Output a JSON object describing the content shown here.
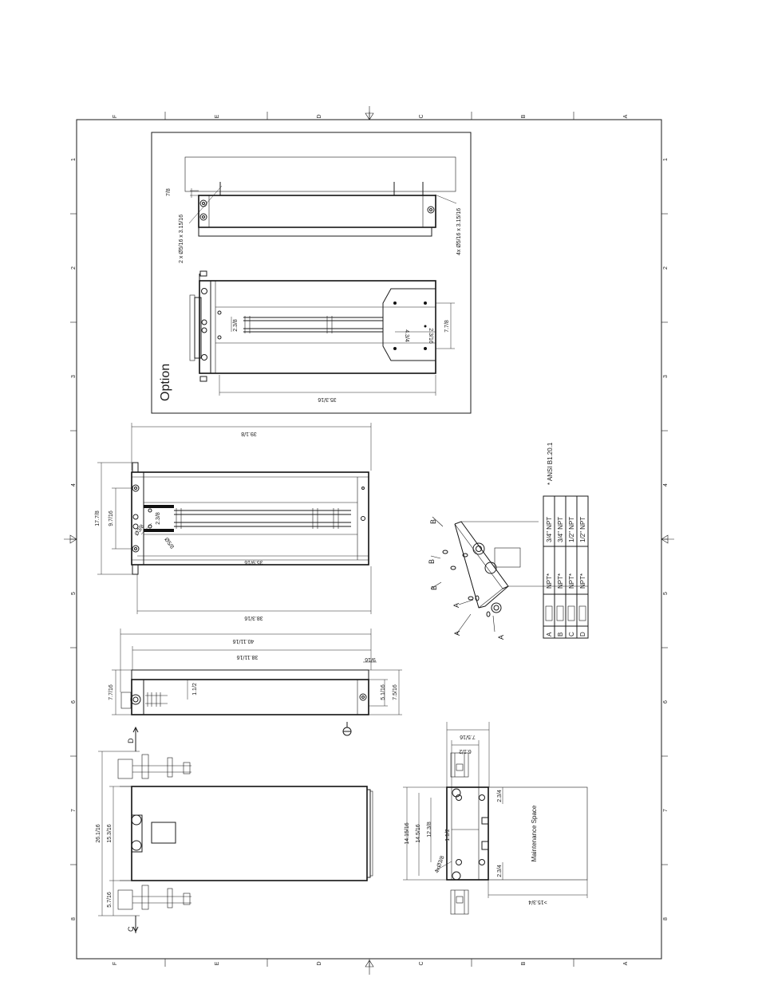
{
  "grid": {
    "cols": [
      "F",
      "E",
      "D",
      "C",
      "B",
      "A"
    ],
    "rows": [
      "1",
      "2",
      "3",
      "4",
      "5",
      "6",
      "7",
      "8"
    ]
  },
  "option_view": {
    "title": "Option",
    "dims": {
      "d_7_8": "7/8",
      "d_2x": "2 x Ø5/16 x 3.15/16",
      "d_4x": "4x Ø5/16 x 3.15/16",
      "d_35_3_16": "35.3/16",
      "d_2_3_8": "2.3/8",
      "d_4_3_4": "4.3/4",
      "d_2_3_16": "2.3/16",
      "d_7_7_8": "7.7/8"
    }
  },
  "top_view": {
    "dims": {
      "d_39_1_8": "39.1/8",
      "d_17_7_8": "17.7/8",
      "d_9_7_16": "9.7/16",
      "d_2_3_8": "2.3/8",
      "d_phi_1": "Ø3/8",
      "d_phi_2": "Ø5/8",
      "d_35_9_16": "35.9/16",
      "d_38_3_16": "38.3/16"
    }
  },
  "side_view": {
    "dims": {
      "d_40_11_16": "40.11/16",
      "d_38_11_16": "38.11/16",
      "d_9_16": "9/16",
      "d_7_7_16": "7.7/16",
      "d_1_1_2": "1.1/2",
      "d_5_1_16": "5.1/16",
      "d_7_5_16": "7.5/16"
    }
  },
  "front_view": {
    "label_c": "C",
    "label_d": "D",
    "dims": {
      "d_26_1_16": "26.1/16",
      "d_15_3_16": "15.3/16",
      "d_5_7_16": "5.7/16"
    }
  },
  "end_view": {
    "maintenance_label": "Maintenance Space",
    "dims": {
      "d_7_5_16": "7.5/16",
      "d_6_1_2": "6.1/2",
      "d_2_3_4_a": "2.3/4",
      "d_2_3_4_b": "2.3/4",
      "d_15_3_4": ">15.3/4",
      "d_14_15_16": "14.15/16",
      "d_14_5_16": "14.5/16",
      "d_12_3_8": "12.3/8",
      "d_1_1_2": "1.1/2",
      "d_phi": "4xØ3/8"
    }
  },
  "iso_view": {
    "labels": [
      "A",
      "A",
      "A",
      "B",
      "B",
      "B"
    ]
  },
  "connections": {
    "note": "* ANSI B1.20.1",
    "rows": [
      {
        "id": "A",
        "type": "NPT*",
        "size": "3/4\" NPT"
      },
      {
        "id": "B",
        "type": "NPT*",
        "size": "3/4\" NPT"
      },
      {
        "id": "C",
        "type": "NPT*",
        "size": "1/2\" NPT"
      },
      {
        "id": "D",
        "type": "NPT*",
        "size": "1/2\" NPT"
      }
    ]
  }
}
